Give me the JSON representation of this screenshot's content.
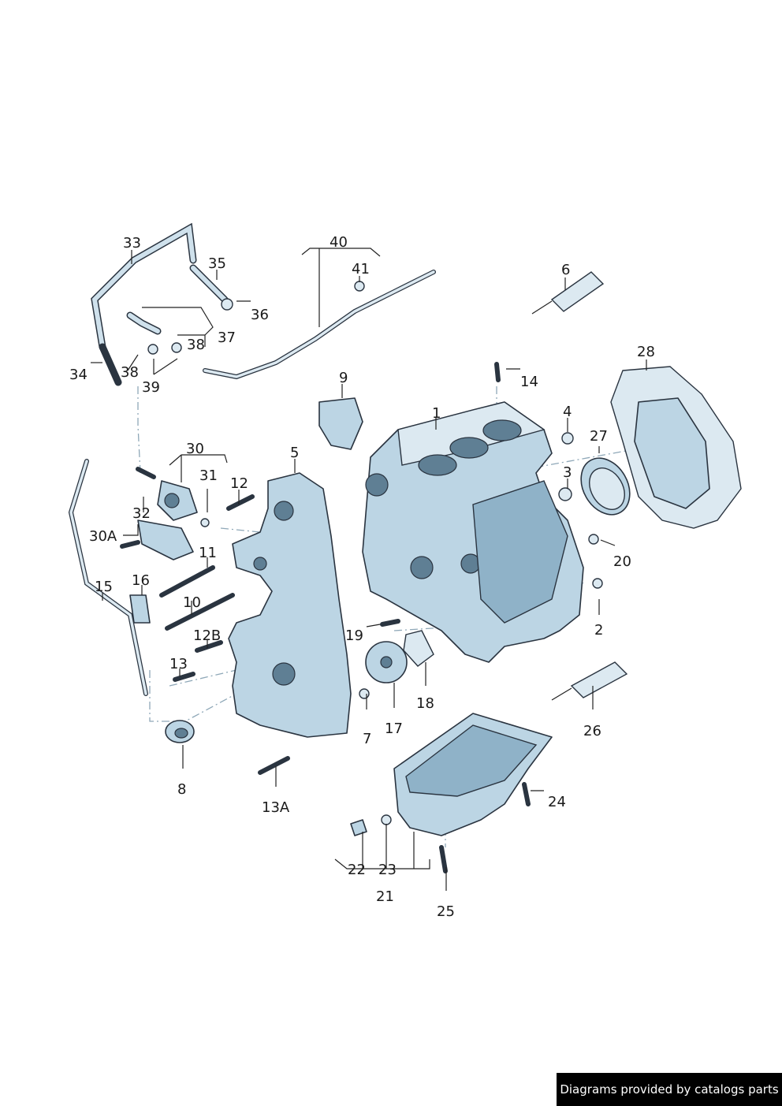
{
  "credit": "Diagrams provided by catalogs parts",
  "callouts": {
    "c1": "1",
    "c2": "2",
    "c3": "3",
    "c4": "4",
    "c5": "5",
    "c6": "6",
    "c7": "7",
    "c8": "8",
    "c9": "9",
    "c10": "10",
    "c11": "11",
    "c12": "12",
    "c12b": "12B",
    "c13": "13",
    "c13a": "13A",
    "c14": "14",
    "c15": "15",
    "c16": "16",
    "c17": "17",
    "c18": "18",
    "c19": "19",
    "c20": "20",
    "c21": "21",
    "c22": "22",
    "c23": "23",
    "c24": "24",
    "c25": "25",
    "c26": "26",
    "c27": "27",
    "c28": "28",
    "c30": "30",
    "c30a": "30A",
    "c31": "31",
    "c32": "32",
    "c33": "33",
    "c34": "34",
    "c35": "35",
    "c36": "36",
    "c37": "37",
    "c38a": "38",
    "c38b": "38",
    "c39": "39",
    "c40": "40",
    "c41": "41"
  }
}
